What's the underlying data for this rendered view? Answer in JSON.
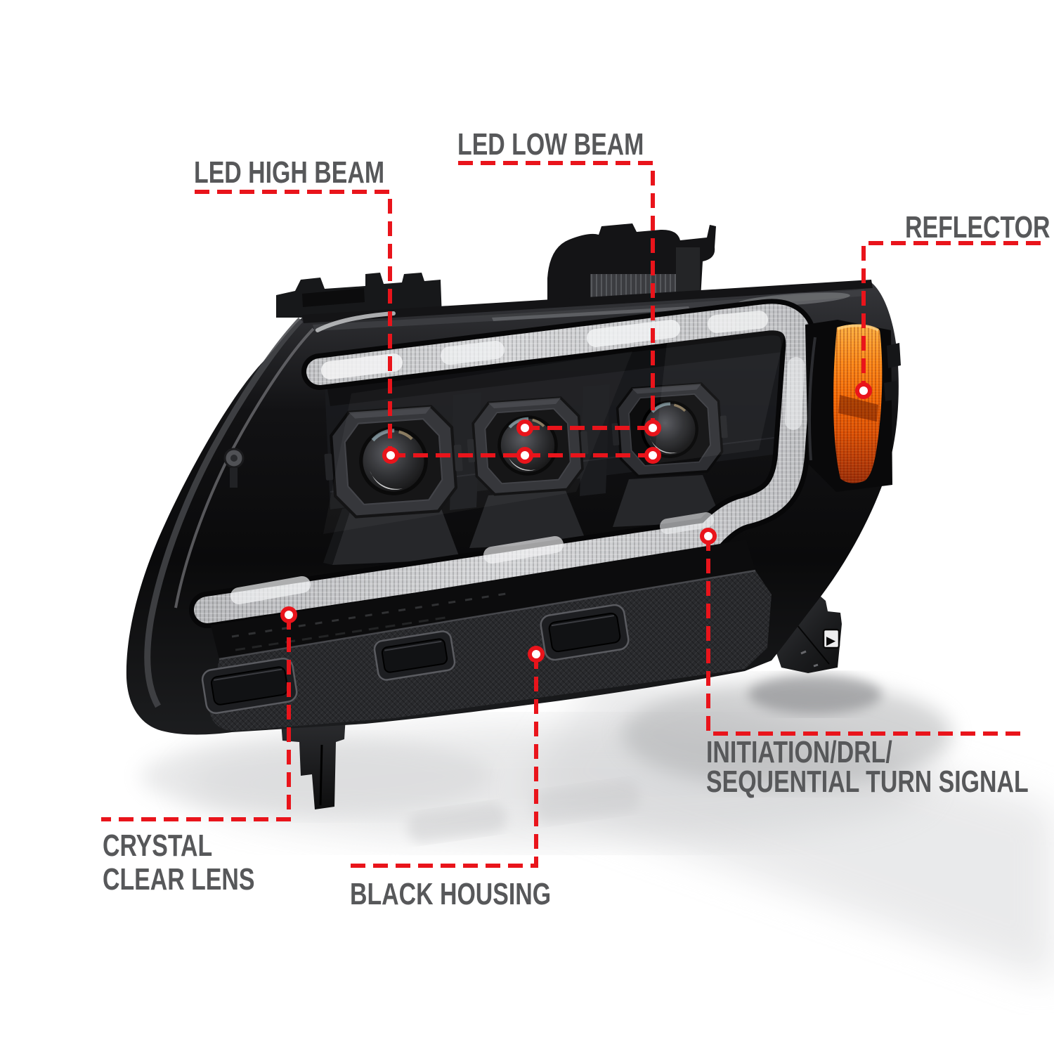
{
  "figure": {
    "type": "annotated-product-callout-diagram",
    "subject": "Black LED projector headlight assembly with amber side reflector"
  },
  "colors": {
    "background": "#ffffff",
    "callout_red": "#e9141b",
    "label_gray": "#57585a",
    "housing_black": "#0d0d0e",
    "clear_lens_gray": "#c9cacc",
    "amber_reflector": "#f06804"
  },
  "labels": {
    "led_high_beam": "LED HIGH BEAM",
    "led_low_beam": "LED LOW BEAM",
    "reflector": "REFLECTOR",
    "initiation_drl_line1": "INITIATION/DRL/",
    "initiation_drl_line2": "SEQUENTIAL TURN SIGNAL",
    "crystal_clear_lens_line1": "CRYSTAL",
    "crystal_clear_lens_line2": "CLEAR LENS",
    "black_housing": "BLACK HOUSING"
  },
  "icons": {
    "foot_arrow": "▶"
  }
}
